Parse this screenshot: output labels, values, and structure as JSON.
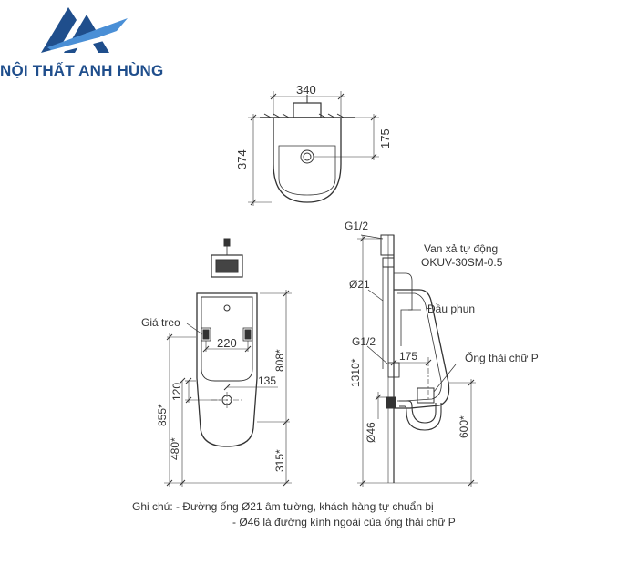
{
  "brand": {
    "name": "NỘI THẤT ANH HÙNG",
    "logo_icon": "AH-mountain-logo",
    "color": "#1f4e8c"
  },
  "top_view": {
    "width_label": "340",
    "height_label": "374",
    "drain_offset_label": "175"
  },
  "front_view": {
    "hanger_label": "Giá treo",
    "hanger_spacing": "220",
    "dim_135": "135",
    "dim_120": "120",
    "dim_808": "808*",
    "dim_855": "855*",
    "dim_480": "480*",
    "dim_315": "315*"
  },
  "side_view": {
    "g12_top": "G1/2",
    "valve_label_1": "Van xả tự động",
    "valve_label_2": "OKUV-30SM-0.5",
    "pipe21": "Ø21",
    "spray_label": "Đầu phun",
    "g12_bottom": "G1/2",
    "dim_175": "175",
    "trap_label": "Ống thải chữ P",
    "dim_1310": "1310*",
    "dim_46": "Ø46",
    "dim_600": "600*"
  },
  "notes": {
    "line1": "Ghi chú: - Đường ống Ø21 âm tường, khách hàng tự chuẩn bị",
    "line2": "- Ø46 là đường kính ngoài của ống thải chữ P"
  }
}
